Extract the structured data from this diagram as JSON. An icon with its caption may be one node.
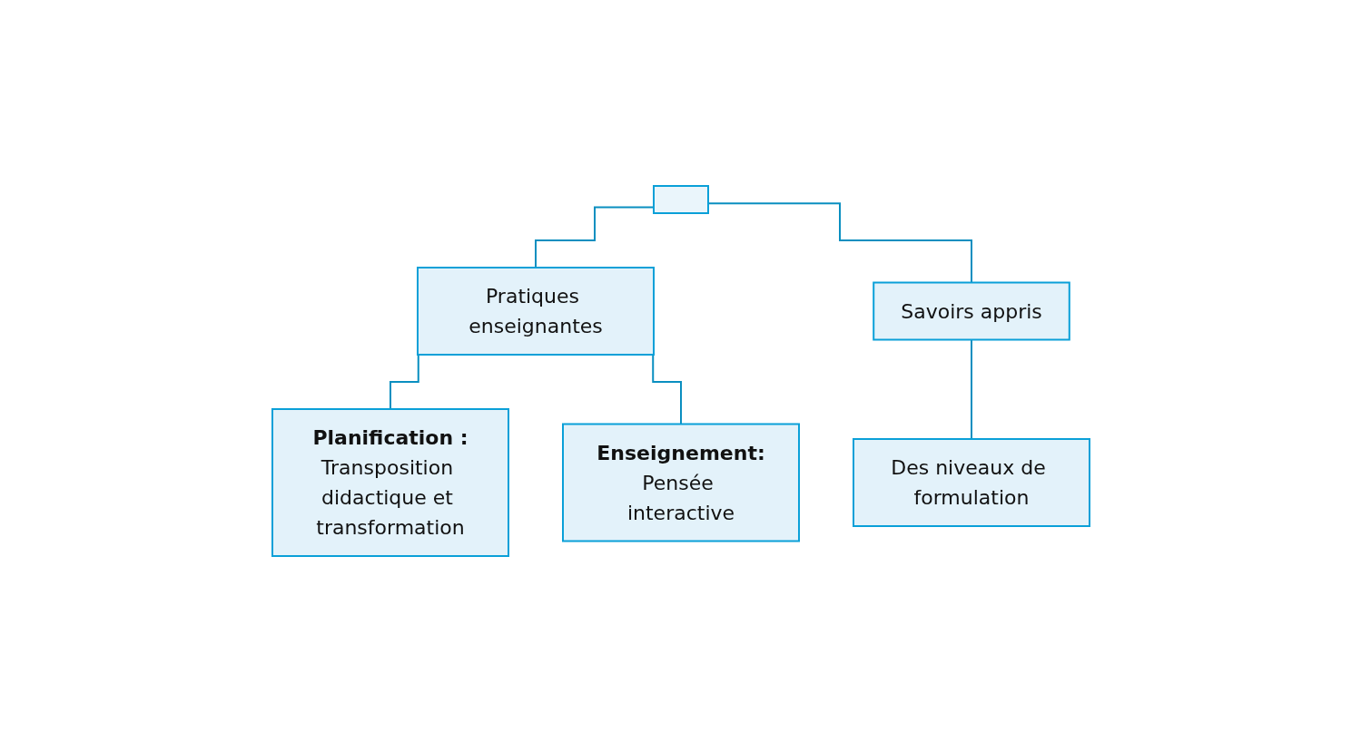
{
  "diagram": {
    "nodes": [
      {
        "text": [],
        "shape": "box"
      },
      {
        "text": [
          "Pratiques enseignantes"
        ]
      },
      {
        "text": [
          "Savoirs appris"
        ]
      },
      {
        "text": [
          "Planification :",
          "Transposition didactique et transformation"
        ]
      },
      {
        "text": [
          "Enseignement:",
          "Pensée interactive"
        ]
      },
      {
        "text": [
          "Des niveaux de formulation"
        ]
      }
    ],
    "edges": [
      {
        "from": 0,
        "to": 1,
        "arrow": "none"
      },
      {
        "from": 0,
        "to": 2,
        "arrow": "none"
      },
      {
        "from": 1,
        "to": 3,
        "arrow": "none"
      },
      {
        "from": 1,
        "to": 4,
        "arrow": "none"
      },
      {
        "from": 2,
        "to": 5,
        "arrow": "none"
      }
    ]
  }
}
